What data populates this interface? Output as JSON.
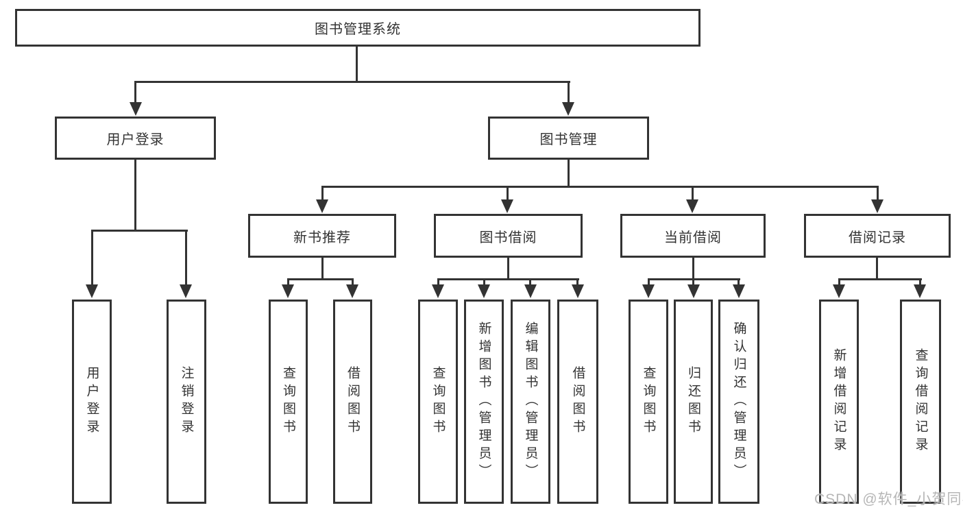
{
  "diagram": {
    "root": {
      "label": "图书管理系统"
    },
    "branches": [
      {
        "label": "用户登录",
        "leaves": [
          "用户登录",
          "注销登录"
        ]
      },
      {
        "label": "图书管理",
        "children": [
          {
            "label": "新书推荐",
            "leaves": [
              "查询图书",
              "借阅图书"
            ]
          },
          {
            "label": "图书借阅",
            "leaves": [
              "查询图书",
              "新增图书（管理员）",
              "编辑图书（管理员）",
              "借阅图书"
            ]
          },
          {
            "label": "当前借阅",
            "leaves": [
              "查询图书",
              "归还图书",
              "确认归还（管理员）"
            ]
          },
          {
            "label": "借阅记录",
            "leaves": [
              "新增借阅记录",
              "查询借阅记录"
            ]
          }
        ]
      }
    ],
    "watermark": "CSDN @软件_小贺同学",
    "colors": {
      "line": "#333333",
      "box_border": "#333333",
      "text": "#333333",
      "watermark": "#b2b2b2",
      "background": "#ffffff"
    }
  }
}
